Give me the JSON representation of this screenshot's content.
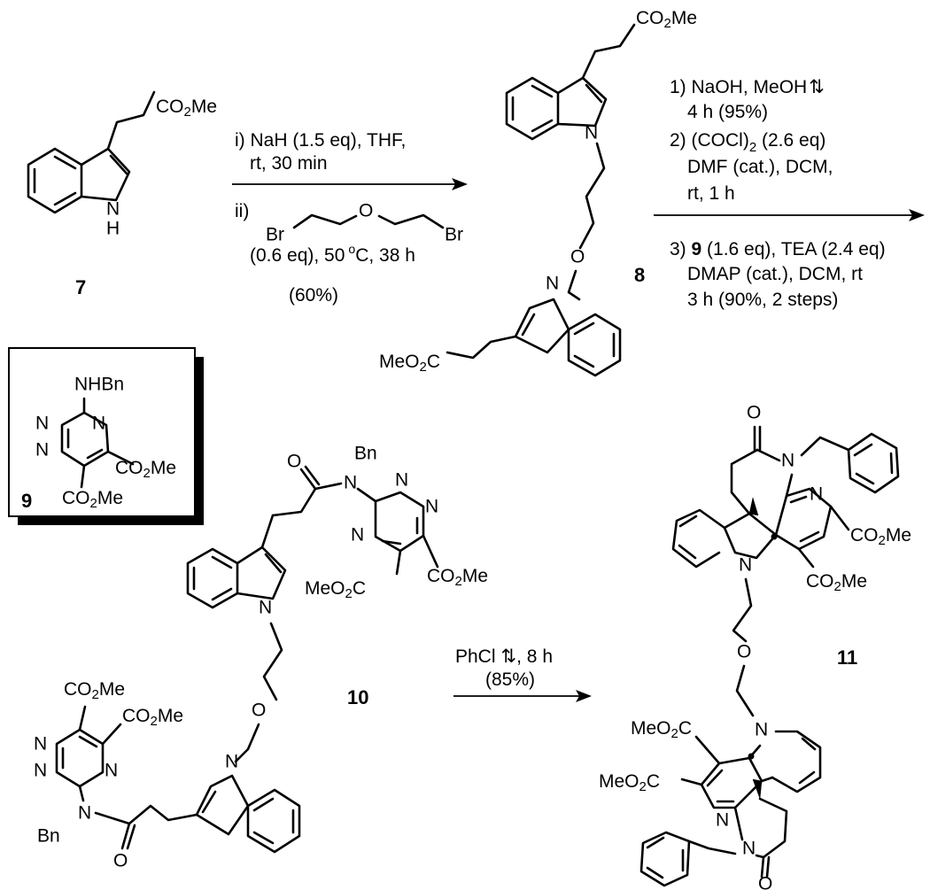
{
  "compounds": {
    "c7": {
      "label": "7"
    },
    "c8": {
      "label": "8"
    },
    "c9": {
      "label": "9"
    },
    "c10": {
      "label": "10"
    },
    "c11": {
      "label": "11"
    }
  },
  "atoms": {
    "NH": "N",
    "H": "H",
    "N": "N",
    "O": "O",
    "Br": "Br",
    "Bn": "Bn",
    "NHBn": "NHBn",
    "CO": "CO",
    "two": "2",
    "Me": "Me",
    "MeO": "MeO",
    "C": "C"
  },
  "step1": {
    "line1": "i) NaH (1.5 eq), THF,",
    "line2": "rt, 30 min",
    "line3_prefix": "ii)",
    "line4": "(0.6 eq), 50",
    "line4_sup": "o",
    "line4_rest": "C, 38 h",
    "yield": "(60%)"
  },
  "step2": {
    "l1": "1) NaOH, MeOH",
    "l1_reflux": "⇅",
    "l2": "4 h (95%)",
    "l3": "2) (COCl)",
    "l3_sub": "2",
    "l3_rest": " (2.6 eq)",
    "l4": "DMF (cat.), DCM,",
    "l5": "rt, 1 h",
    "l6_pre": "3) ",
    "l6_bold": "9",
    "l6_rest": " (1.6 eq), TEA (2.4 eq)",
    "l7": "DMAP (cat.), DCM, rt",
    "l8": "3 h (90%, 2 steps)"
  },
  "step3": {
    "l1": "PhCl",
    "l1_reflux": "⇅",
    "l1_rest": ", 8 h",
    "yield": "(85%)"
  }
}
